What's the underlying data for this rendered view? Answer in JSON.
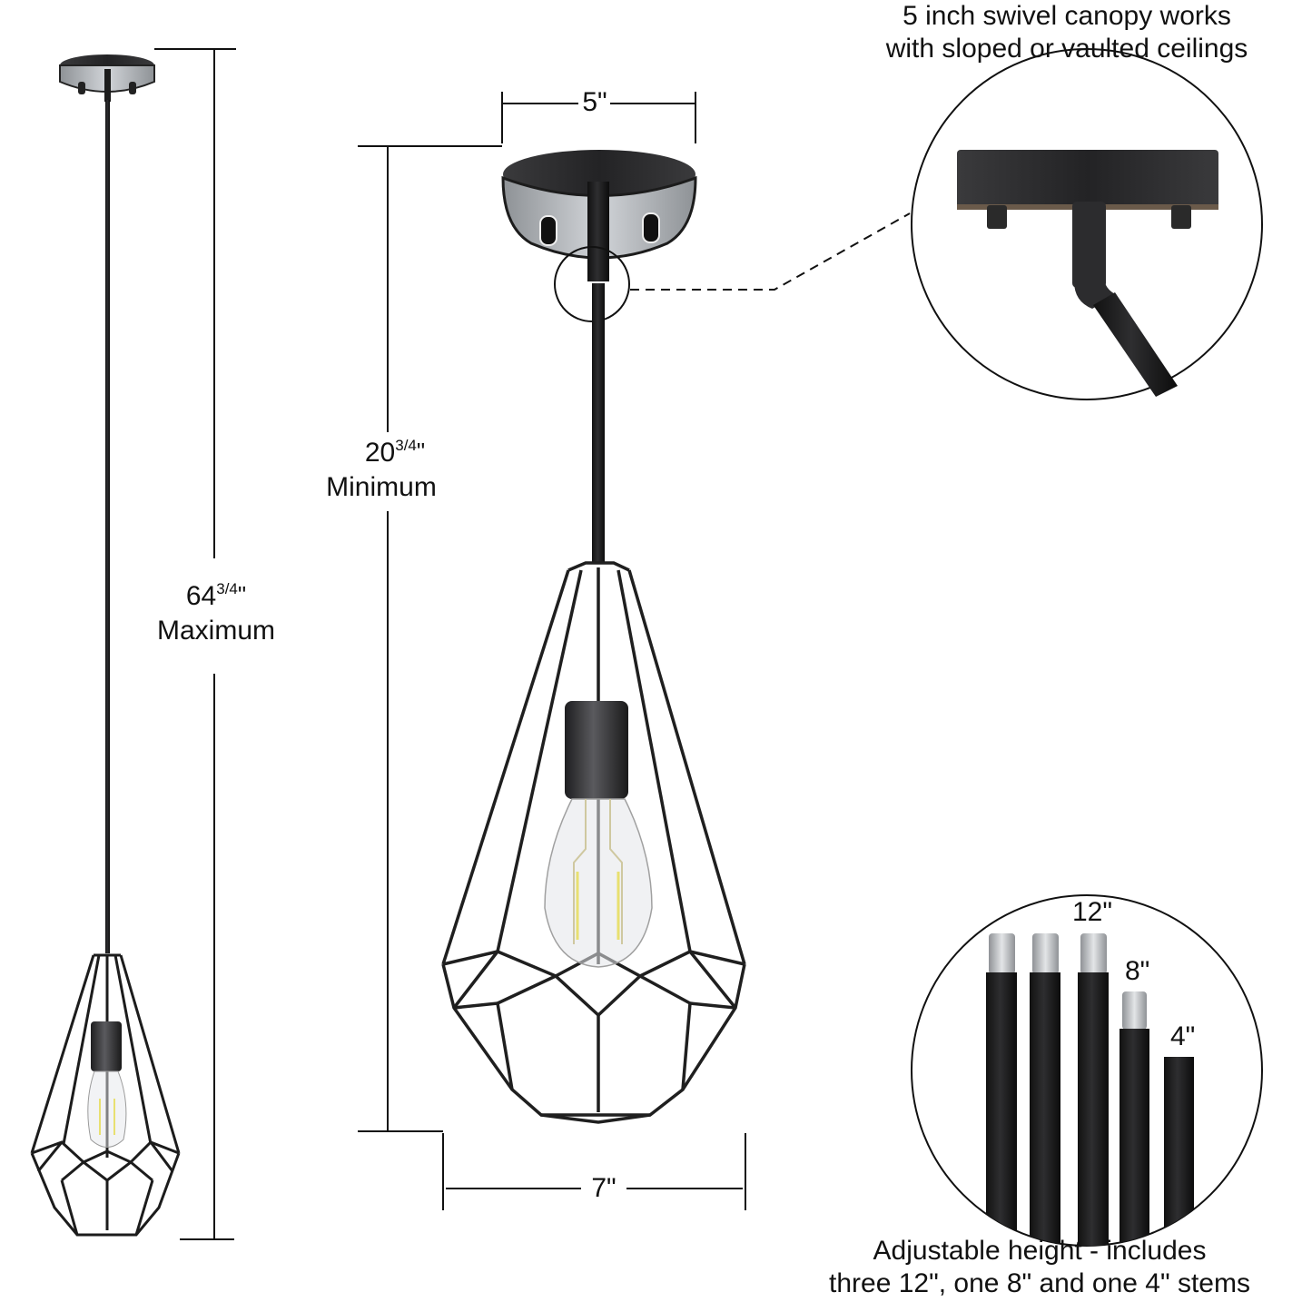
{
  "colors": {
    "background": "#ffffff",
    "text": "#111111",
    "metal": "#2b2b2d",
    "canopy_underside": "#b9bcc0",
    "thread": "#c9ccd0",
    "bulb_filament": "#e8e070"
  },
  "captions": {
    "canopy_line1": "5 inch swivel canopy works",
    "canopy_line2": "with sloped or vaulted ceilings",
    "stems_line1": "Adjustable height - includes",
    "stems_line2": "three 12\", one 8\" and one 4\" stems"
  },
  "dimensions": {
    "max_height": {
      "whole": "64",
      "fraction": "3/4",
      "unit": "\"",
      "label": "Maximum"
    },
    "min_height": {
      "whole": "20",
      "fraction": "3/4",
      "unit": "\"",
      "label": "Minimum"
    },
    "canopy_width": "5\"",
    "shade_width": "7\""
  },
  "stems": [
    {
      "length": "12\"",
      "count": 3
    },
    {
      "length": "8\"",
      "count": 1
    },
    {
      "length": "4\"",
      "count": 1
    }
  ],
  "stem_labels": {
    "twelve": "12\"",
    "eight": "8\"",
    "four": "4\""
  }
}
